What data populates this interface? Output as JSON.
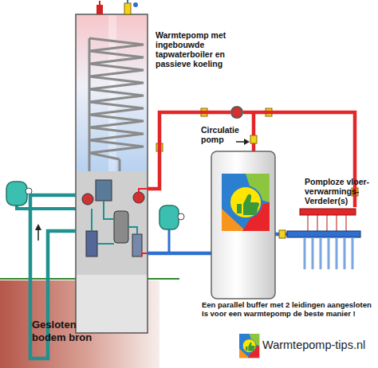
{
  "diagram": {
    "nodes": [
      {
        "text": [
          "Warmtepomp met ingebouwde tapwaterboiler en passieve koeling"
        ]
      },
      {
        "text": [
          "Circulatie pomp"
        ]
      },
      {
        "text": [
          "Pomploze vloer-verwarmings-Verdeler(s)"
        ]
      },
      {
        "text": [
          "Gesloten bodem bron"
        ]
      }
    ],
    "edges": [
      {
        "from": 0,
        "to": 1,
        "arrow": "none"
      },
      {
        "from": 1,
        "to": 2,
        "arrow": "none"
      },
      {
        "from": 3,
        "to": 0,
        "arrow": "none"
      },
      {
        "from": 0,
        "to": 3,
        "arrow": "none"
      }
    ],
    "labels": [
      "Een parallel buffer met 2 leidingen aangesloten Is voor een warmtepomp de beste manier !",
      "Warmtepomp-tips.nl"
    ]
  }
}
